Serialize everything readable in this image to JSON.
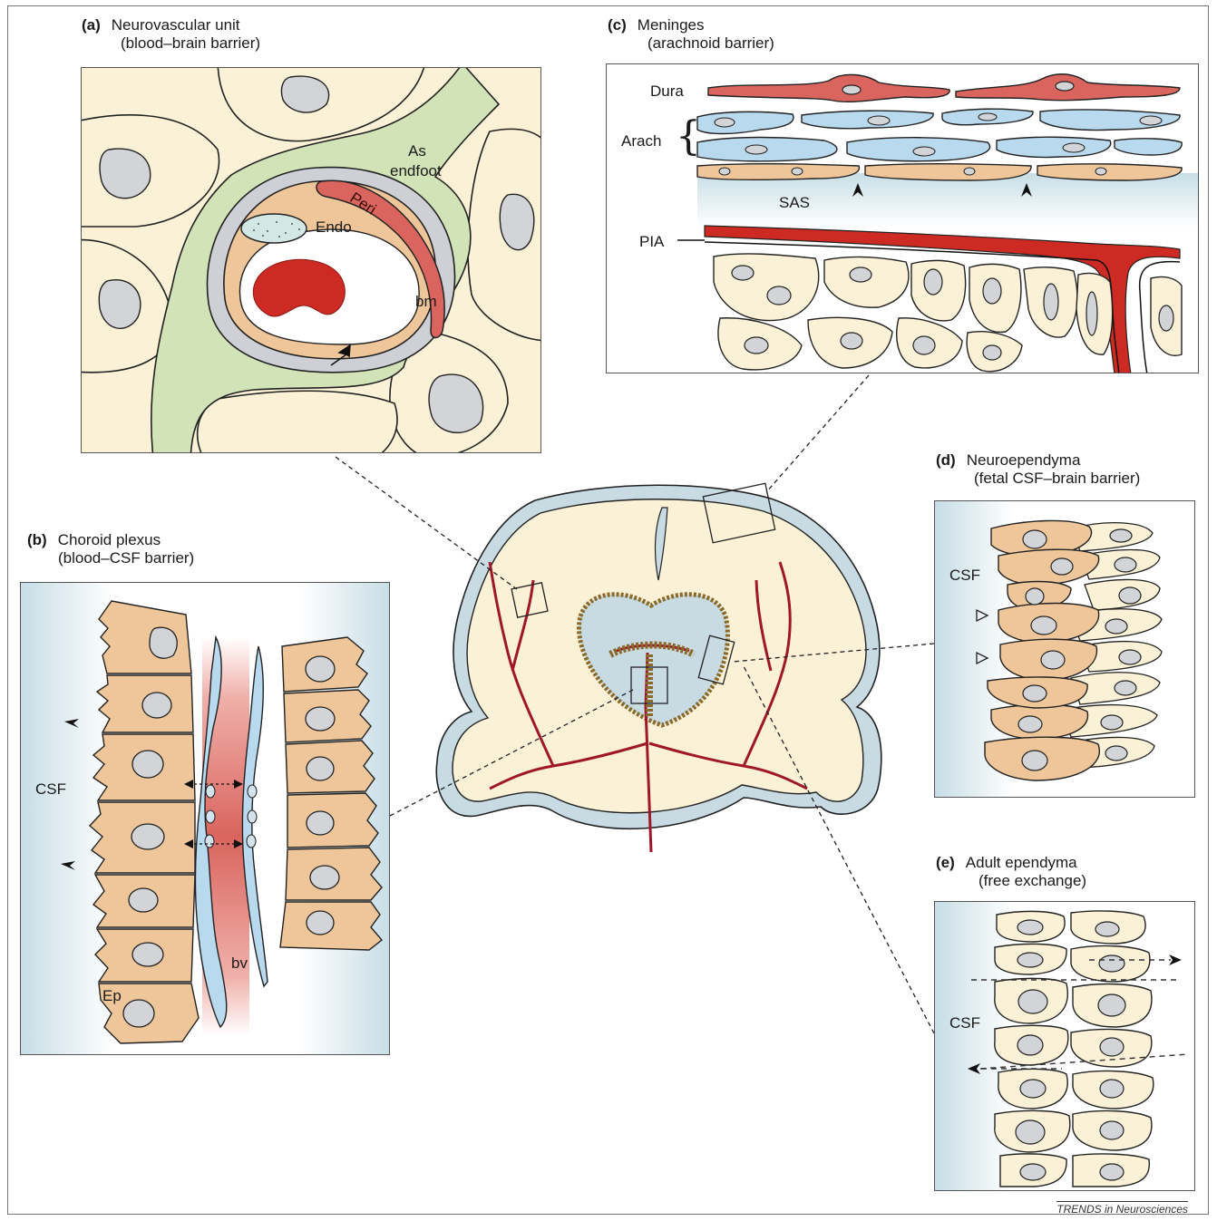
{
  "panels": {
    "a": {
      "letter": "(a)",
      "title": "Neurovascular unit",
      "subtitle": "(blood–brain barrier)",
      "labels": {
        "as": "As",
        "endfoot": "endfoot",
        "peri": "Peri",
        "endo": "Endo",
        "bm": "bm"
      }
    },
    "b": {
      "letter": "(b)",
      "title": "Choroid plexus",
      "subtitle": "(blood–CSF barrier)",
      "labels": {
        "csf": "CSF",
        "ep": "Ep",
        "bv": "bv"
      }
    },
    "c": {
      "letter": "(c)",
      "title": "Meninges",
      "subtitle": "(arachnoid barrier)",
      "labels": {
        "dura": "Dura",
        "arach": "Arach",
        "sas": "SAS",
        "pia": "PIA"
      }
    },
    "d": {
      "letter": "(d)",
      "title": "Neuroependyma",
      "subtitle": "(fetal CSF–brain barrier)",
      "labels": {
        "csf": "CSF"
      }
    },
    "e": {
      "letter": "(e)",
      "title": "Adult ependyma",
      "subtitle": "(free exchange)",
      "labels": {
        "csf": "CSF"
      }
    }
  },
  "footer": "TRENDS in Neurosciences",
  "colors": {
    "cell": "#fbf1d6",
    "nucleus": "#d3d4d8",
    "epithelium": "#efc69a",
    "astrocyte": "#d3e3b8",
    "vessel": "#cc2a22",
    "arachnoid": "#b9d9ee",
    "csf": "#c9dde5"
  }
}
